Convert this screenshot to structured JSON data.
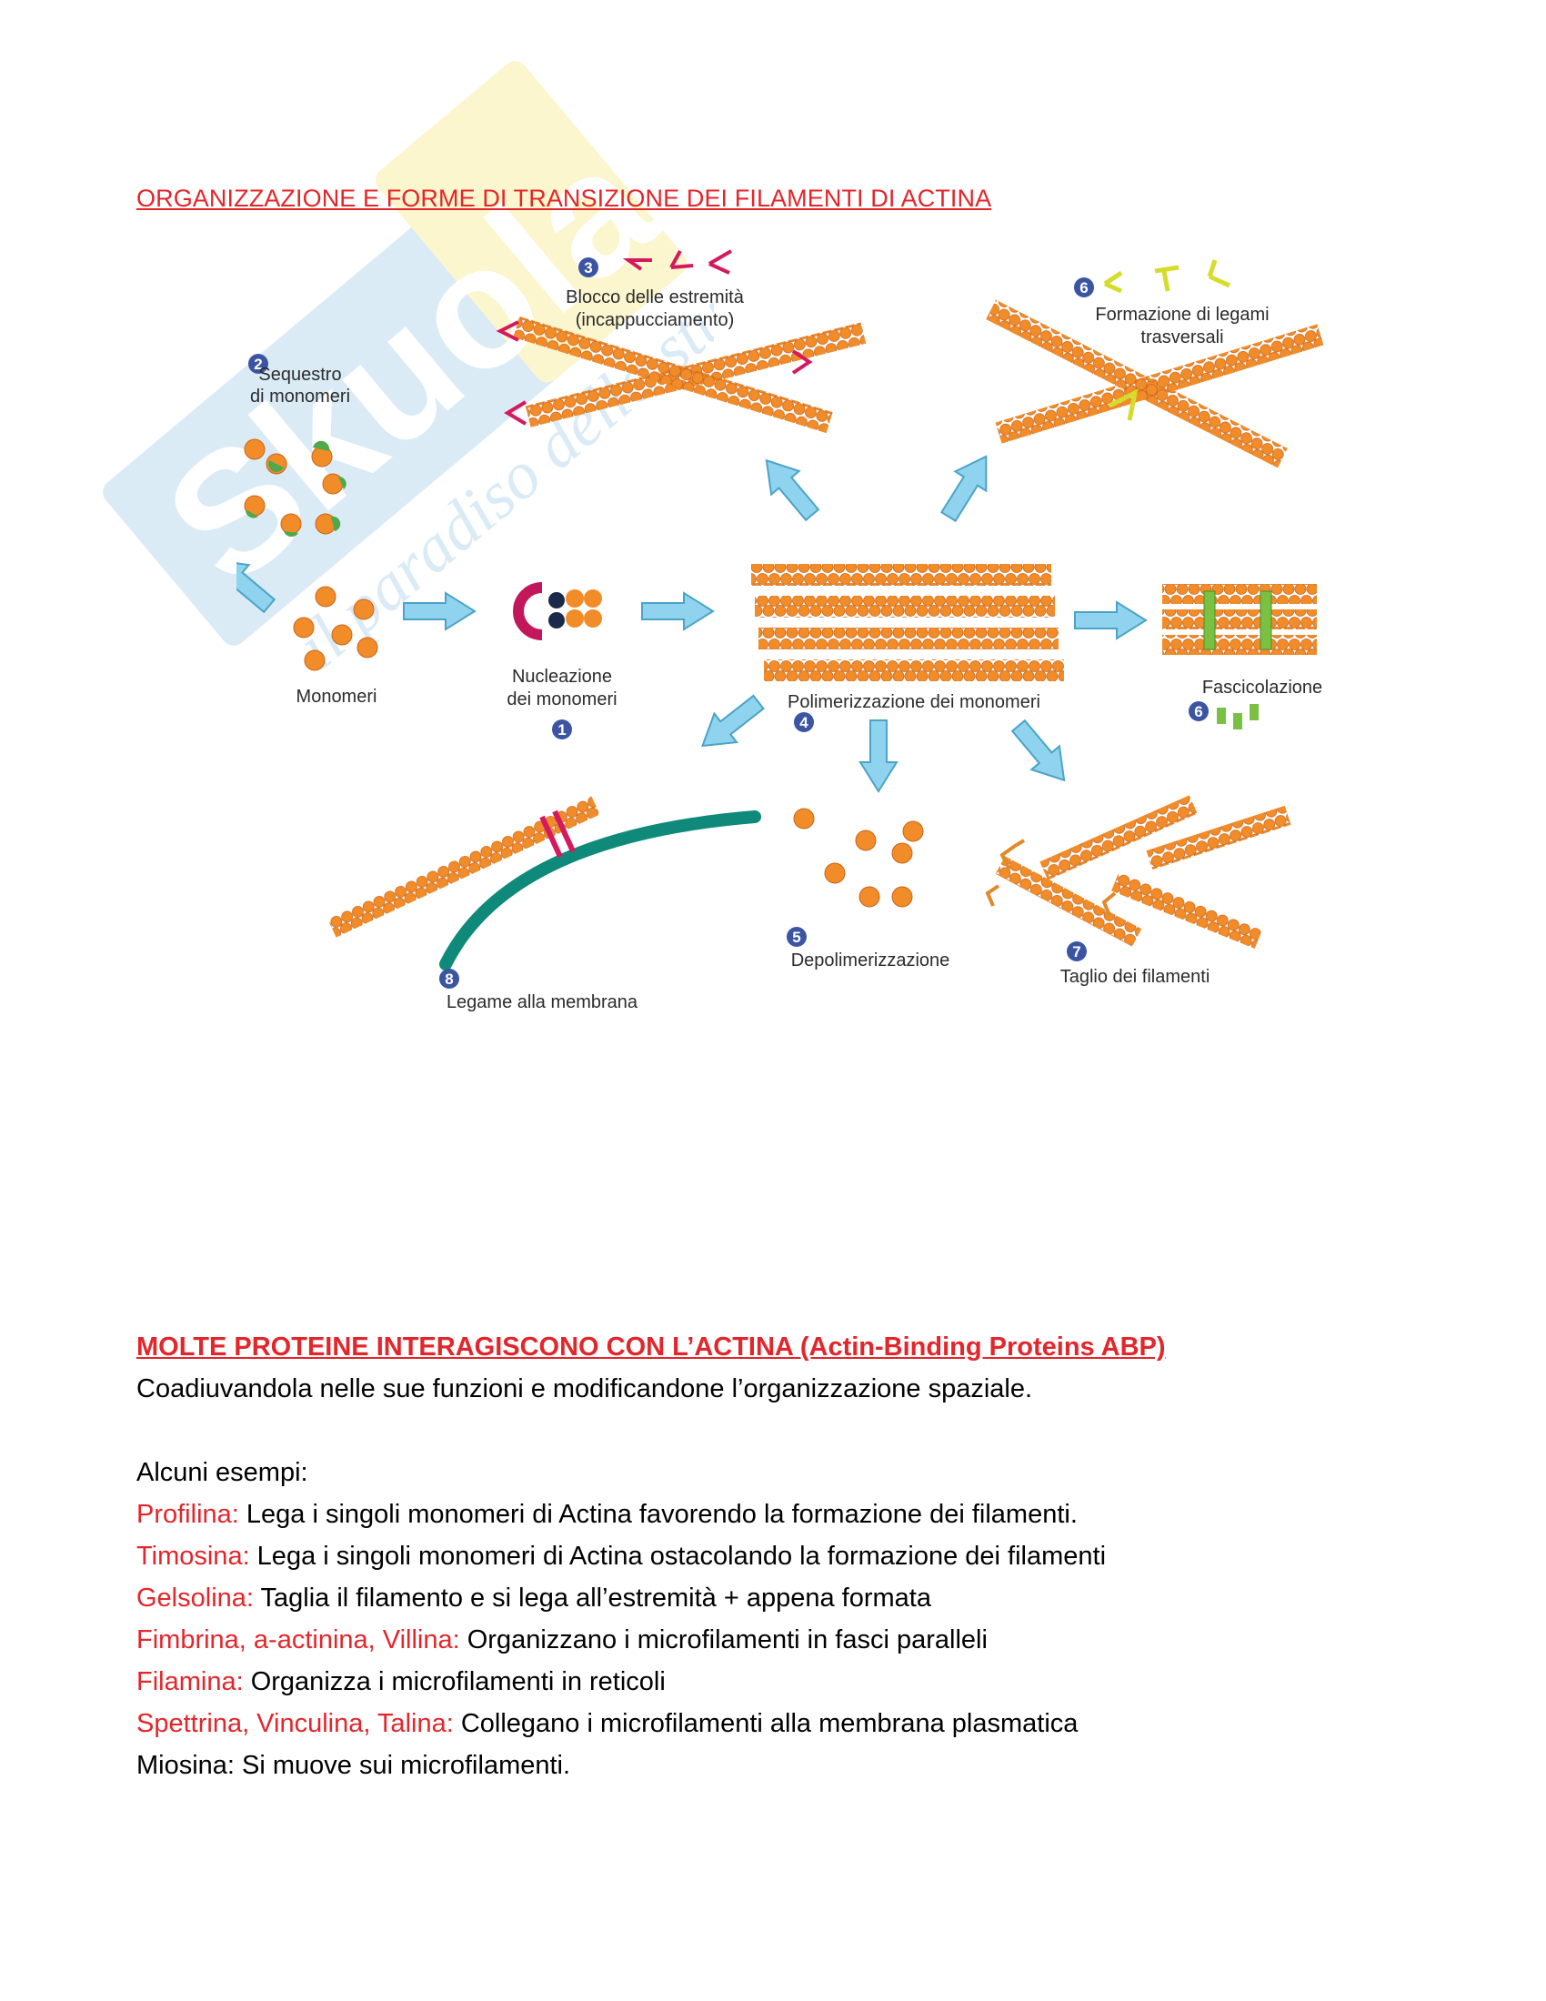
{
  "title": "ORGANIZZAZIONE E FORME DI TRANSIZIONE DEI FILAMENTI DI ACTINA",
  "watermark": {
    "brand": "Skuola.net",
    "tagline": "il paradiso dello studente"
  },
  "figure": {
    "labels": {
      "monomers": "Monomeri",
      "nucleation_1": "Nucleazione",
      "nucleation_2": "dei monomeri",
      "sequester_1": "Sequestro",
      "sequester_2": "di monomeri",
      "capping_1": "Blocco delle estremità",
      "capping_2": "(incappucciamento)",
      "crosslink_1": "Formazione di legami",
      "crosslink_2": "trasversali",
      "polymerization": "Polimerizzazione dei monomeri",
      "bundling": "Fascicolazione",
      "membrane": "Legame alla membrana",
      "depolymerization": "Depolimerizzazione",
      "severing": "Taglio dei filamenti"
    },
    "numbers": {
      "nucleation": "1",
      "sequester": "2",
      "capping": "3",
      "polymerization": "4",
      "depolymerization": "5",
      "crosslink": "6",
      "bundling": "6",
      "severing": "7",
      "membrane": "8"
    },
    "colors": {
      "monomer": "#f28c28",
      "arrow": "#8fd3ee",
      "badge": "#3b55a3",
      "membrane": "#0f8a7a",
      "cap": "#d4195f",
      "crosslinker": "#d6dc2a",
      "bundler": "#7ac143"
    }
  },
  "section": {
    "heading": "MOLTE PROTEINE INTERAGISCONO CON L’ACTINA (Actin-Binding Proteins ABP)",
    "intro": "Coadiuvandola nelle sue funzioni e modificandone l’organizzazione spaziale.",
    "examples_label": "Alcuni esempi:",
    "items": [
      {
        "term": "Profilina:",
        "text": " Lega i singoli monomeri di Actina favorendo la formazione dei filamenti."
      },
      {
        "term": "Timosina:",
        "text": " Lega i singoli monomeri di Actina ostacolando la formazione dei filamenti"
      },
      {
        "term": "Gelsolina:",
        "text": " Taglia il filamento e si lega all’estremità + appena formata"
      },
      {
        "term": "Fimbrina, a-actinina, Villina:",
        "text": " Organizzano i microfilamenti in fasci paralleli"
      },
      {
        "term": "Filamina:",
        "text": " Organizza i microfilamenti in reticoli"
      },
      {
        "term": "Spettrina, Vinculina, Talina:",
        "text": " Collegano i microfilamenti alla membrana plasmatica"
      }
    ],
    "last_line": "Miosina: Si muove sui microfilamenti."
  }
}
